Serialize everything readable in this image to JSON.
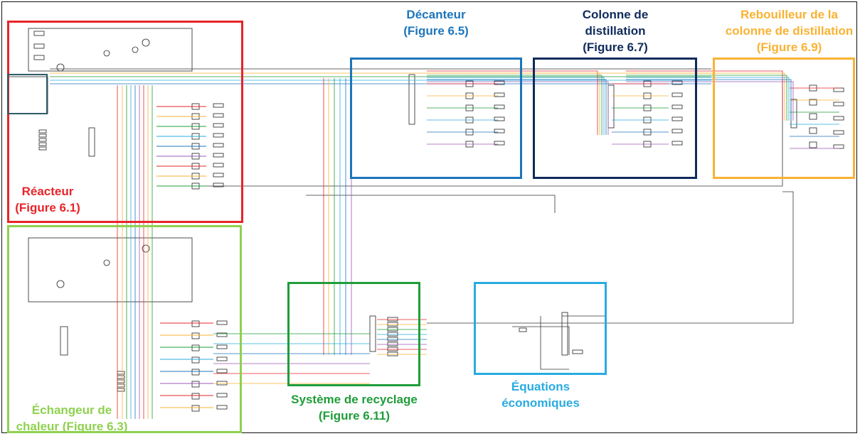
{
  "regions": {
    "reacteur": {
      "line1": "Réacteur",
      "line2": "(Figure 6.1)",
      "color": "#e8242a"
    },
    "echangeur": {
      "line1": "Échangeur de",
      "line2": "chaleur (Figure 6.3)",
      "color": "#8fd14f"
    },
    "decanteur": {
      "line1": "Décanteur",
      "line2": "(Figure 6.5)",
      "color": "#1c75bc"
    },
    "colonne": {
      "line1": "Colonne de",
      "line2": "distillation",
      "line3": "(Figure 6.7)",
      "color": "#0f2a5a"
    },
    "rebouilleur": {
      "line1": "Rebouilleur de la",
      "line2": "colonne de distillation",
      "line3": "(Figure 6.9)",
      "color": "#f9b233"
    },
    "recyclage": {
      "line1": "Système de recyclage",
      "line2": "(Figure 6.11)",
      "color": "#1f9d3a"
    },
    "economiques": {
      "line1": "Équations",
      "line2": "économiques",
      "color": "#29abe2"
    },
    "equation_box": {
      "color": "#2e5a66"
    }
  },
  "wire_colors": [
    "#e8242a",
    "#f9b233",
    "#1f9d3a",
    "#29abe2",
    "#1c75bc",
    "#9b59b6",
    "#333333"
  ]
}
